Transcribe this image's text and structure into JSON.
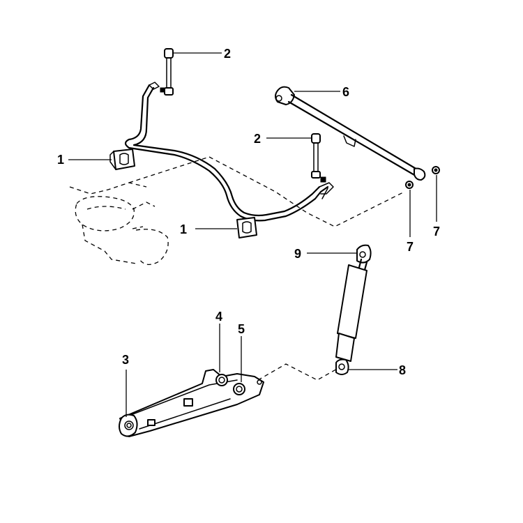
{
  "callouts": [
    {
      "id": "c1a",
      "label": "1"
    },
    {
      "id": "c1b",
      "label": "1"
    },
    {
      "id": "c2a",
      "label": "2"
    },
    {
      "id": "c2b",
      "label": "2"
    },
    {
      "id": "c3",
      "label": "3"
    },
    {
      "id": "c4",
      "label": "4"
    },
    {
      "id": "c5",
      "label": "5"
    },
    {
      "id": "c6",
      "label": "6"
    },
    {
      "id": "c7a",
      "label": "7"
    },
    {
      "id": "c7b",
      "label": "7"
    },
    {
      "id": "c8",
      "label": "8"
    },
    {
      "id": "c9",
      "label": "9"
    }
  ]
}
